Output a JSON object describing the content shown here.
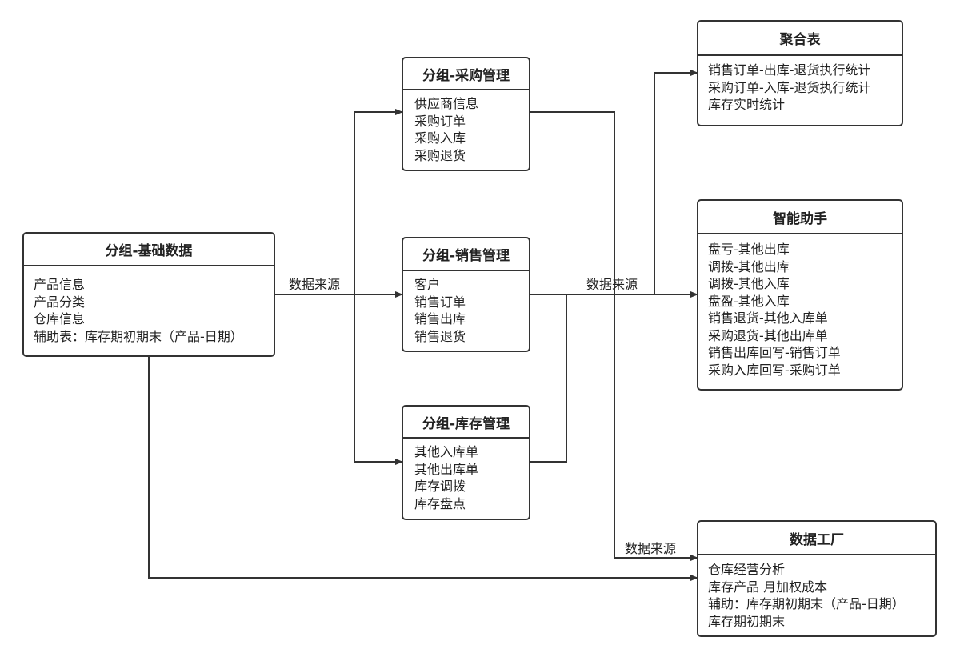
{
  "boxes": {
    "base": {
      "title": "分组-基础数据",
      "items": [
        "产品信息",
        "产品分类",
        "仓库信息",
        "辅助表：库存期初期末（产品-日期）"
      ]
    },
    "purchase": {
      "title": "分组-采购管理",
      "items": [
        "供应商信息",
        "采购订单",
        "采购入库",
        "采购退货"
      ]
    },
    "sales": {
      "title": "分组-销售管理",
      "items": [
        "客户",
        "销售订单",
        "销售出库",
        "销售退货"
      ]
    },
    "inventory": {
      "title": "分组-库存管理",
      "items": [
        "其他入库单",
        "其他出库单",
        "库存调拨",
        "库存盘点"
      ]
    },
    "aggregate": {
      "title": "聚合表",
      "items": [
        "销售订单-出库-退货执行统计",
        "采购订单-入库-退货执行统计",
        "库存实时统计"
      ]
    },
    "assistant": {
      "title": "智能助手",
      "items": [
        "盘亏-其他出库",
        "调拨-其他出库",
        "调拨-其他入库",
        "盘盈-其他入库",
        "销售退货-其他入库单",
        "采购退货-其他出库单",
        "销售出库回写-销售订单",
        "采购入库回写-采购订单"
      ]
    },
    "factory": {
      "title": "数据工厂",
      "items": [
        "仓库经营分析",
        "库存产品 月加权成本",
        "辅助：库存期初期末（产品-日期）",
        "库存期初期末"
      ]
    }
  },
  "labels": {
    "source_left": "数据来源",
    "source_mid": "数据来源",
    "source_bottom": "数据来源"
  },
  "colors": {
    "line": "#333333",
    "border": "#333333"
  }
}
